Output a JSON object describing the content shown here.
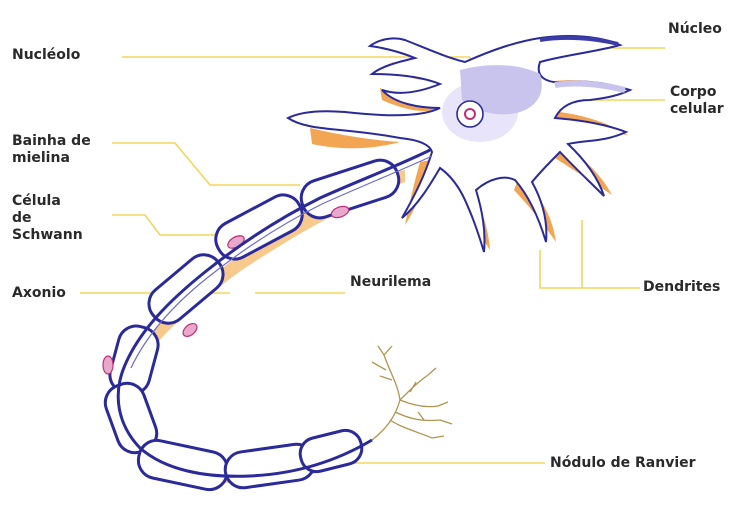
{
  "colors": {
    "outline": "#2a2a9a",
    "membrane": "#3b3baa",
    "shadow": "#f2a552",
    "shadow_light": "#f7c98d",
    "fill": "#ffffff",
    "nucleus": "#c9c4ee",
    "nucleolus": "#c02f7a",
    "leader": "#f2d55a"
  },
  "labels": {
    "nucleolo": "Nucléolo",
    "nucleo": "Núcleo",
    "corpo_1": "Corpo",
    "corpo_2": "celular",
    "bainha_1": "Bainha de",
    "bainha_2": "mielina",
    "celula_1": "Célula",
    "celula_2": "de",
    "celula_3": "Schwann",
    "axonio": "Axonio",
    "neurilema": "Neurilema",
    "dendrites": "Dendrites",
    "nodulo": "Nódulo de Ranvier"
  }
}
